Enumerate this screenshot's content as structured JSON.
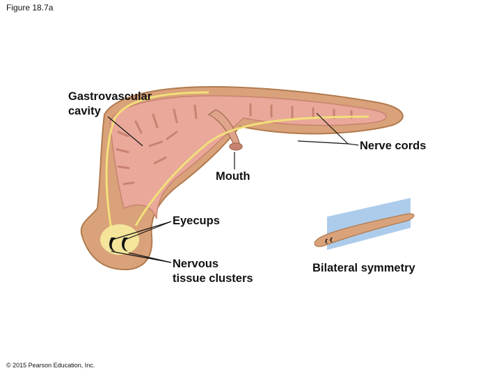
{
  "figure_title": "Figure 18.7a",
  "copyright": "© 2015 Pearson Education, Inc.",
  "labels": {
    "gastrovascular_line1": "Gastrovascular",
    "gastrovascular_line2": "cavity",
    "nerve_cords": "Nerve cords",
    "mouth": "Mouth",
    "eyecups": "Eyecups",
    "nervous_line1": "Nervous",
    "nervous_line2": "tissue clusters",
    "bilateral_symmetry": "Bilateral symmetry"
  },
  "colors": {
    "body_outline": "#b07a4e",
    "body_fill": "#d9a27a",
    "gut_fill": "#e9a899",
    "nerve": "#f2e07a",
    "plane": "#9fc3e8"
  }
}
